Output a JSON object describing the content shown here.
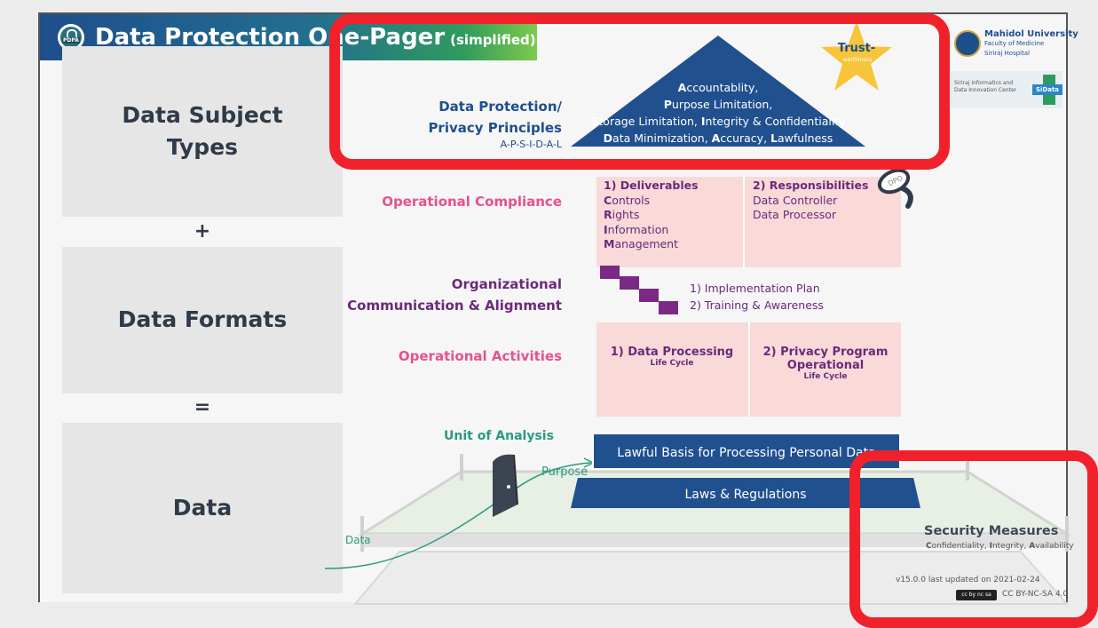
{
  "header": {
    "title": "Data Protection One-Pager",
    "subtitle": "(simplified)",
    "badge": "PDPA"
  },
  "left_column": {
    "box1": [
      "Data Subject",
      "Types"
    ],
    "plus": "+",
    "box2": "Data Formats",
    "equals": "=",
    "box3": "Data"
  },
  "principles": {
    "label_line1": "Data Protection/",
    "label_line2": "Privacy Principles",
    "acronym": "A-P-S-I-D-A-L",
    "star_line1": "Trust-",
    "star_line2": "worthiness",
    "lines": [
      [
        {
          "c": "A",
          "r": "ccountablity,"
        }
      ],
      [
        {
          "c": "P",
          "r": "urpose Limitation,"
        }
      ],
      [
        {
          "c": "S",
          "r": "torage Limitation, "
        },
        {
          "c": "I",
          "r": "ntegrity & Confidentiality"
        }
      ],
      [
        {
          "c": "D",
          "r": "ata Minimization, "
        },
        {
          "c": "A",
          "r": "ccuracy, "
        },
        {
          "c": "L",
          "r": "awfulness"
        }
      ]
    ]
  },
  "operational_compliance": {
    "label": "Operational Compliance",
    "deliverables_title": "1) Deliverables",
    "deliverables": [
      {
        "c": "C",
        "r": "ontrols"
      },
      {
        "c": "R",
        "r": "ights"
      },
      {
        "c": "I",
        "r": "nformation"
      },
      {
        "c": "M",
        "r": "anagement"
      }
    ],
    "responsibilities_title": "2) Responsibilities",
    "responsibilities": [
      "Data Controller",
      "Data Processor"
    ],
    "dpo_label": "DPO"
  },
  "communication": {
    "label_line1": "Organizational",
    "label_line2": "Communication & Alignment",
    "items": [
      "1) Implementation Plan",
      "2) Training & Awareness"
    ]
  },
  "operational_activities": {
    "label": "Operational Activities",
    "col1_title": "1) Data Processing",
    "col1_sub": "Life Cycle",
    "col2_title_line1": "2) Privacy Program",
    "col2_title_line2": "Operational",
    "col2_sub": "Life Cycle"
  },
  "unit_of_analysis": {
    "label": "Unit of Analysis",
    "purpose": "Purpose",
    "data": "Data",
    "lawful_basis": "Lawful Basis for Processing Personal Data",
    "laws": "Laws & Regulations"
  },
  "security": {
    "title": "Security Measures",
    "subtitle_parts": [
      {
        "c": "C",
        "r": "onfidentiality, "
      },
      {
        "c": "I",
        "r": "ntegrity, "
      },
      {
        "c": "A",
        "r": "vailability"
      }
    ]
  },
  "footer": {
    "version": "v15.0.0 last updated on 2021-02-24",
    "license": "CC BY-NC-SA 4.0",
    "cc_badge": "cc by nc sa"
  },
  "logos": {
    "university": "Mahidol University",
    "faculty": "Faculty of Medicine",
    "hospital": "Siriraj Hospital",
    "center_line1": "Siriraj Informatics and",
    "center_line2": "Data Innovation Center",
    "sidata": "SiData"
  },
  "colors": {
    "navy": "#21508f",
    "pink": "#e5518f",
    "purple": "#6a2a7a",
    "teal": "#2a9a7f",
    "highlight_red": "#f0212a",
    "star_gold": "#f8c53a"
  }
}
